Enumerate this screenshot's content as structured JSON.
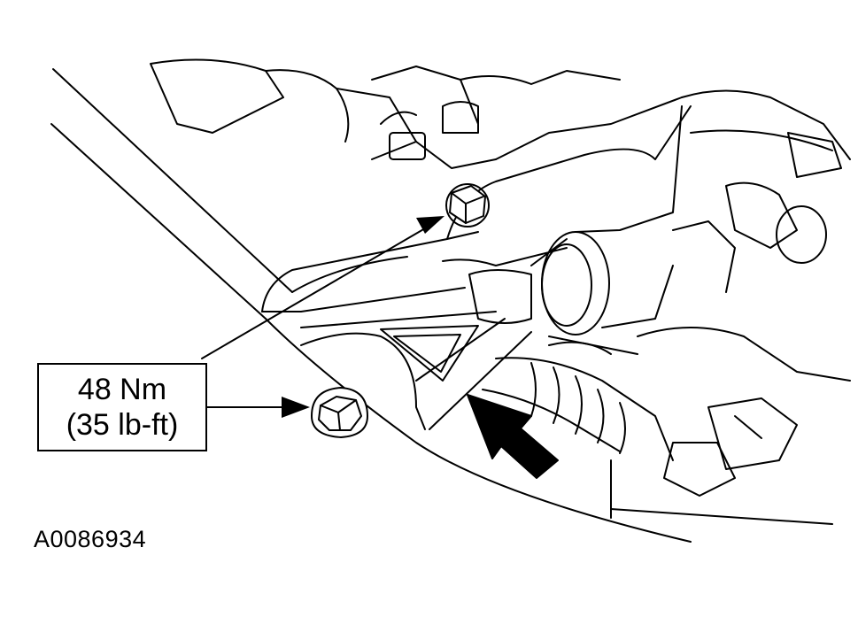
{
  "callout": {
    "torque_metric": "48 Nm",
    "torque_imperial": "(35 lb-ft)"
  },
  "figure_id": "A0086934",
  "colors": {
    "line": "#000000",
    "background": "#ffffff"
  }
}
